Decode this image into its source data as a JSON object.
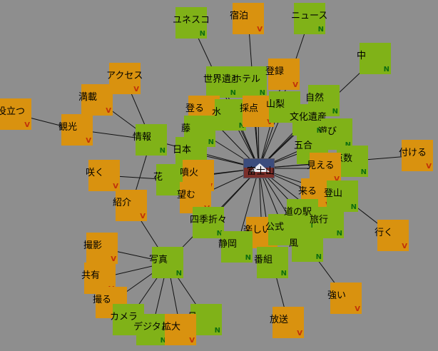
{
  "center": {
    "label": "富士山"
  },
  "nodes": [
    {
      "id": "unesco",
      "label": "ユネスコ",
      "kind": "n",
      "badge": "N"
    },
    {
      "id": "shukuhaku",
      "label": "宿泊",
      "kind": "v",
      "badge": "V"
    },
    {
      "id": "news",
      "label": "ニュース",
      "kind": "n",
      "badge": "N"
    },
    {
      "id": "naka",
      "label": "中",
      "kind": "n",
      "badge": "N"
    },
    {
      "id": "access",
      "label": "アクセス",
      "kind": "v",
      "badge": "V"
    },
    {
      "id": "mansai",
      "label": "満載",
      "kind": "v",
      "badge": "V"
    },
    {
      "id": "yakudatsu",
      "label": "役立つ",
      "kind": "v",
      "badge": "V"
    },
    {
      "id": "kanko",
      "label": "観光",
      "kind": "v",
      "badge": "V"
    },
    {
      "id": "joho",
      "label": "情報",
      "kind": "n",
      "badge": "N"
    },
    {
      "id": "sekaiisan",
      "label": "世界遺産",
      "kind": "n",
      "badge": "N"
    },
    {
      "id": "hotel",
      "label": "ホテル",
      "kind": "n",
      "badge": "N"
    },
    {
      "id": "toroku",
      "label": "登録",
      "kind": "v",
      "badge": "V"
    },
    {
      "id": "shizen",
      "label": "自然",
      "kind": "n",
      "badge": "N"
    },
    {
      "id": "noboru",
      "label": "登る",
      "kind": "v",
      "badge": "V"
    },
    {
      "id": "mizu",
      "label": "水",
      "kind": "n",
      "badge": "N"
    },
    {
      "id": "saiten",
      "label": "採点",
      "kind": "v",
      "badge": "V"
    },
    {
      "id": "sanroku",
      "label": "山梨",
      "kind": "n",
      "badge": "N"
    },
    {
      "id": "bunkaisan",
      "label": "文化遺産",
      "kind": "n",
      "badge": "N"
    },
    {
      "id": "asobi",
      "label": "遊び",
      "kind": "n",
      "badge": "N"
    },
    {
      "id": "tsukeru",
      "label": "付ける",
      "kind": "v",
      "badge": "V"
    },
    {
      "id": "fuji",
      "label": "藤",
      "kind": "n",
      "badge": "N"
    },
    {
      "id": "nihon",
      "label": "日本",
      "kind": "n",
      "badge": "N"
    },
    {
      "id": "gogome",
      "label": "五合",
      "kind": "n",
      "badge": "N"
    },
    {
      "id": "tensu",
      "label": "点数",
      "kind": "n",
      "badge": "N"
    },
    {
      "id": "saku",
      "label": "咲く",
      "kind": "v",
      "badge": "V"
    },
    {
      "id": "hana",
      "label": "花",
      "kind": "n",
      "badge": "N"
    },
    {
      "id": "funka",
      "label": "噴火",
      "kind": "v",
      "badge": "V"
    },
    {
      "id": "mieru",
      "label": "見える",
      "kind": "v",
      "badge": "V"
    },
    {
      "id": "shokai",
      "label": "紹介",
      "kind": "v",
      "badge": "V"
    },
    {
      "id": "nozomu",
      "label": "望む",
      "kind": "v",
      "badge": "V"
    },
    {
      "id": "kuru",
      "label": "来る",
      "kind": "v",
      "badge": "V"
    },
    {
      "id": "tozan",
      "label": "登山",
      "kind": "n",
      "badge": "N"
    },
    {
      "id": "yuku",
      "label": "行く",
      "kind": "v",
      "badge": "V"
    },
    {
      "id": "shiki",
      "label": "四季折々",
      "kind": "n",
      "badge": "N"
    },
    {
      "id": "tanoshii",
      "label": "楽しい",
      "kind": "v",
      "badge": "V"
    },
    {
      "id": "koshiki",
      "label": "公式",
      "kind": "n",
      "badge": "N"
    },
    {
      "id": "eki",
      "label": "道の駅",
      "kind": "n",
      "badge": "N"
    },
    {
      "id": "ryoko",
      "label": "旅行",
      "kind": "n",
      "badge": "N"
    },
    {
      "id": "satsuei",
      "label": "撮影",
      "kind": "v",
      "badge": "V"
    },
    {
      "id": "shizuoka",
      "label": "静岡",
      "kind": "n",
      "badge": "N"
    },
    {
      "id": "kaze",
      "label": "風",
      "kind": "n",
      "badge": "N"
    },
    {
      "id": "shashin",
      "label": "写真",
      "kind": "n",
      "badge": "N"
    },
    {
      "id": "bangumi",
      "label": "番組",
      "kind": "n",
      "badge": "N"
    },
    {
      "id": "kyoyu",
      "label": "共有",
      "kind": "v",
      "badge": "V"
    },
    {
      "id": "tsuyoi",
      "label": "強い",
      "kind": "v",
      "badge": "V"
    },
    {
      "id": "toru",
      "label": "撮る",
      "kind": "v",
      "badge": "V"
    },
    {
      "id": "camera",
      "label": "カメラ",
      "kind": "n",
      "badge": "N"
    },
    {
      "id": "tsuki",
      "label": "月",
      "kind": "n",
      "badge": "N"
    },
    {
      "id": "digital",
      "label": "デジタル",
      "kind": "n",
      "badge": "N"
    },
    {
      "id": "kakudai",
      "label": "拡大",
      "kind": "v",
      "badge": "V"
    },
    {
      "id": "hoso",
      "label": "放送",
      "kind": "v",
      "badge": "V"
    }
  ],
  "edges": [
    [
      "center",
      "unesco"
    ],
    [
      "center",
      "shukuhaku"
    ],
    [
      "center",
      "news"
    ],
    [
      "center",
      "naka"
    ],
    [
      "center",
      "joho"
    ],
    [
      "center",
      "sekaiisan"
    ],
    [
      "center",
      "hotel"
    ],
    [
      "center",
      "toroku"
    ],
    [
      "center",
      "shizen"
    ],
    [
      "center",
      "noboru"
    ],
    [
      "center",
      "mizu"
    ],
    [
      "center",
      "saiten"
    ],
    [
      "center",
      "sanroku"
    ],
    [
      "center",
      "bunkaisan"
    ],
    [
      "center",
      "asobi"
    ],
    [
      "center",
      "tsukeru"
    ],
    [
      "center",
      "fuji"
    ],
    [
      "center",
      "nihon"
    ],
    [
      "center",
      "gogome"
    ],
    [
      "center",
      "tensu"
    ],
    [
      "center",
      "hana"
    ],
    [
      "center",
      "funka"
    ],
    [
      "center",
      "mieru"
    ],
    [
      "center",
      "nozomu"
    ],
    [
      "center",
      "kuru"
    ],
    [
      "center",
      "tozan"
    ],
    [
      "center",
      "shiki"
    ],
    [
      "center",
      "tanoshii"
    ],
    [
      "center",
      "koshiki"
    ],
    [
      "center",
      "eki"
    ],
    [
      "center",
      "ryoko"
    ],
    [
      "center",
      "shizuoka"
    ],
    [
      "center",
      "kaze"
    ],
    [
      "center",
      "shashin"
    ],
    [
      "center",
      "bangumi"
    ],
    [
      "joho",
      "access"
    ],
    [
      "joho",
      "mansai"
    ],
    [
      "joho",
      "kanko"
    ],
    [
      "joho",
      "shokai"
    ],
    [
      "kanko",
      "yakudatsu"
    ],
    [
      "hana",
      "saku"
    ],
    [
      "tozan",
      "yuku"
    ],
    [
      "kaze",
      "tsuyoi"
    ],
    [
      "bangumi",
      "hoso"
    ],
    [
      "shashin",
      "satsuei"
    ],
    [
      "shashin",
      "kyoyu"
    ],
    [
      "shashin",
      "toru"
    ],
    [
      "shashin",
      "camera"
    ],
    [
      "shashin",
      "tsuki"
    ],
    [
      "shashin",
      "digital"
    ],
    [
      "shashin",
      "kakudai"
    ],
    [
      "shashin",
      "shokai"
    ]
  ]
}
